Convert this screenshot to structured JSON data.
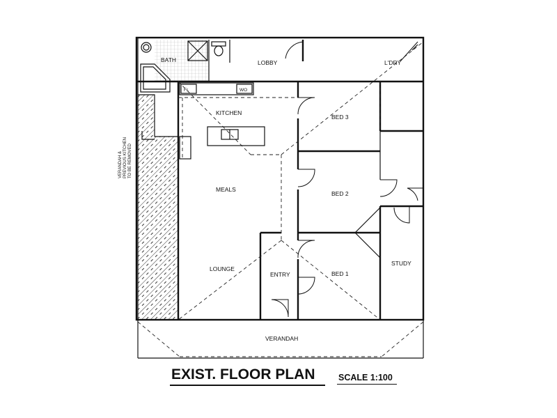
{
  "plan": {
    "title": "EXIST. FLOOR PLAN",
    "scale": "SCALE 1:100",
    "rooms": {
      "bath": "BATH",
      "lobby": "LOBBY",
      "laundry": "L'DRY",
      "kitchen": "KITCHEN",
      "bed3": "BED 3",
      "bed2": "BED 2",
      "bed1": "BED 1",
      "meals": "MEALS",
      "lounge": "LOUNGE",
      "entry": "ENTRY",
      "study": "STUDY",
      "verandah": "VERANDAH"
    },
    "fixtures": {
      "fridge": "Fr.",
      "wall_oven": "WO"
    },
    "removal_note": [
      "VERANDAH &",
      "PREVIOUS KITCHEN",
      "TO BE REMOVED"
    ]
  }
}
